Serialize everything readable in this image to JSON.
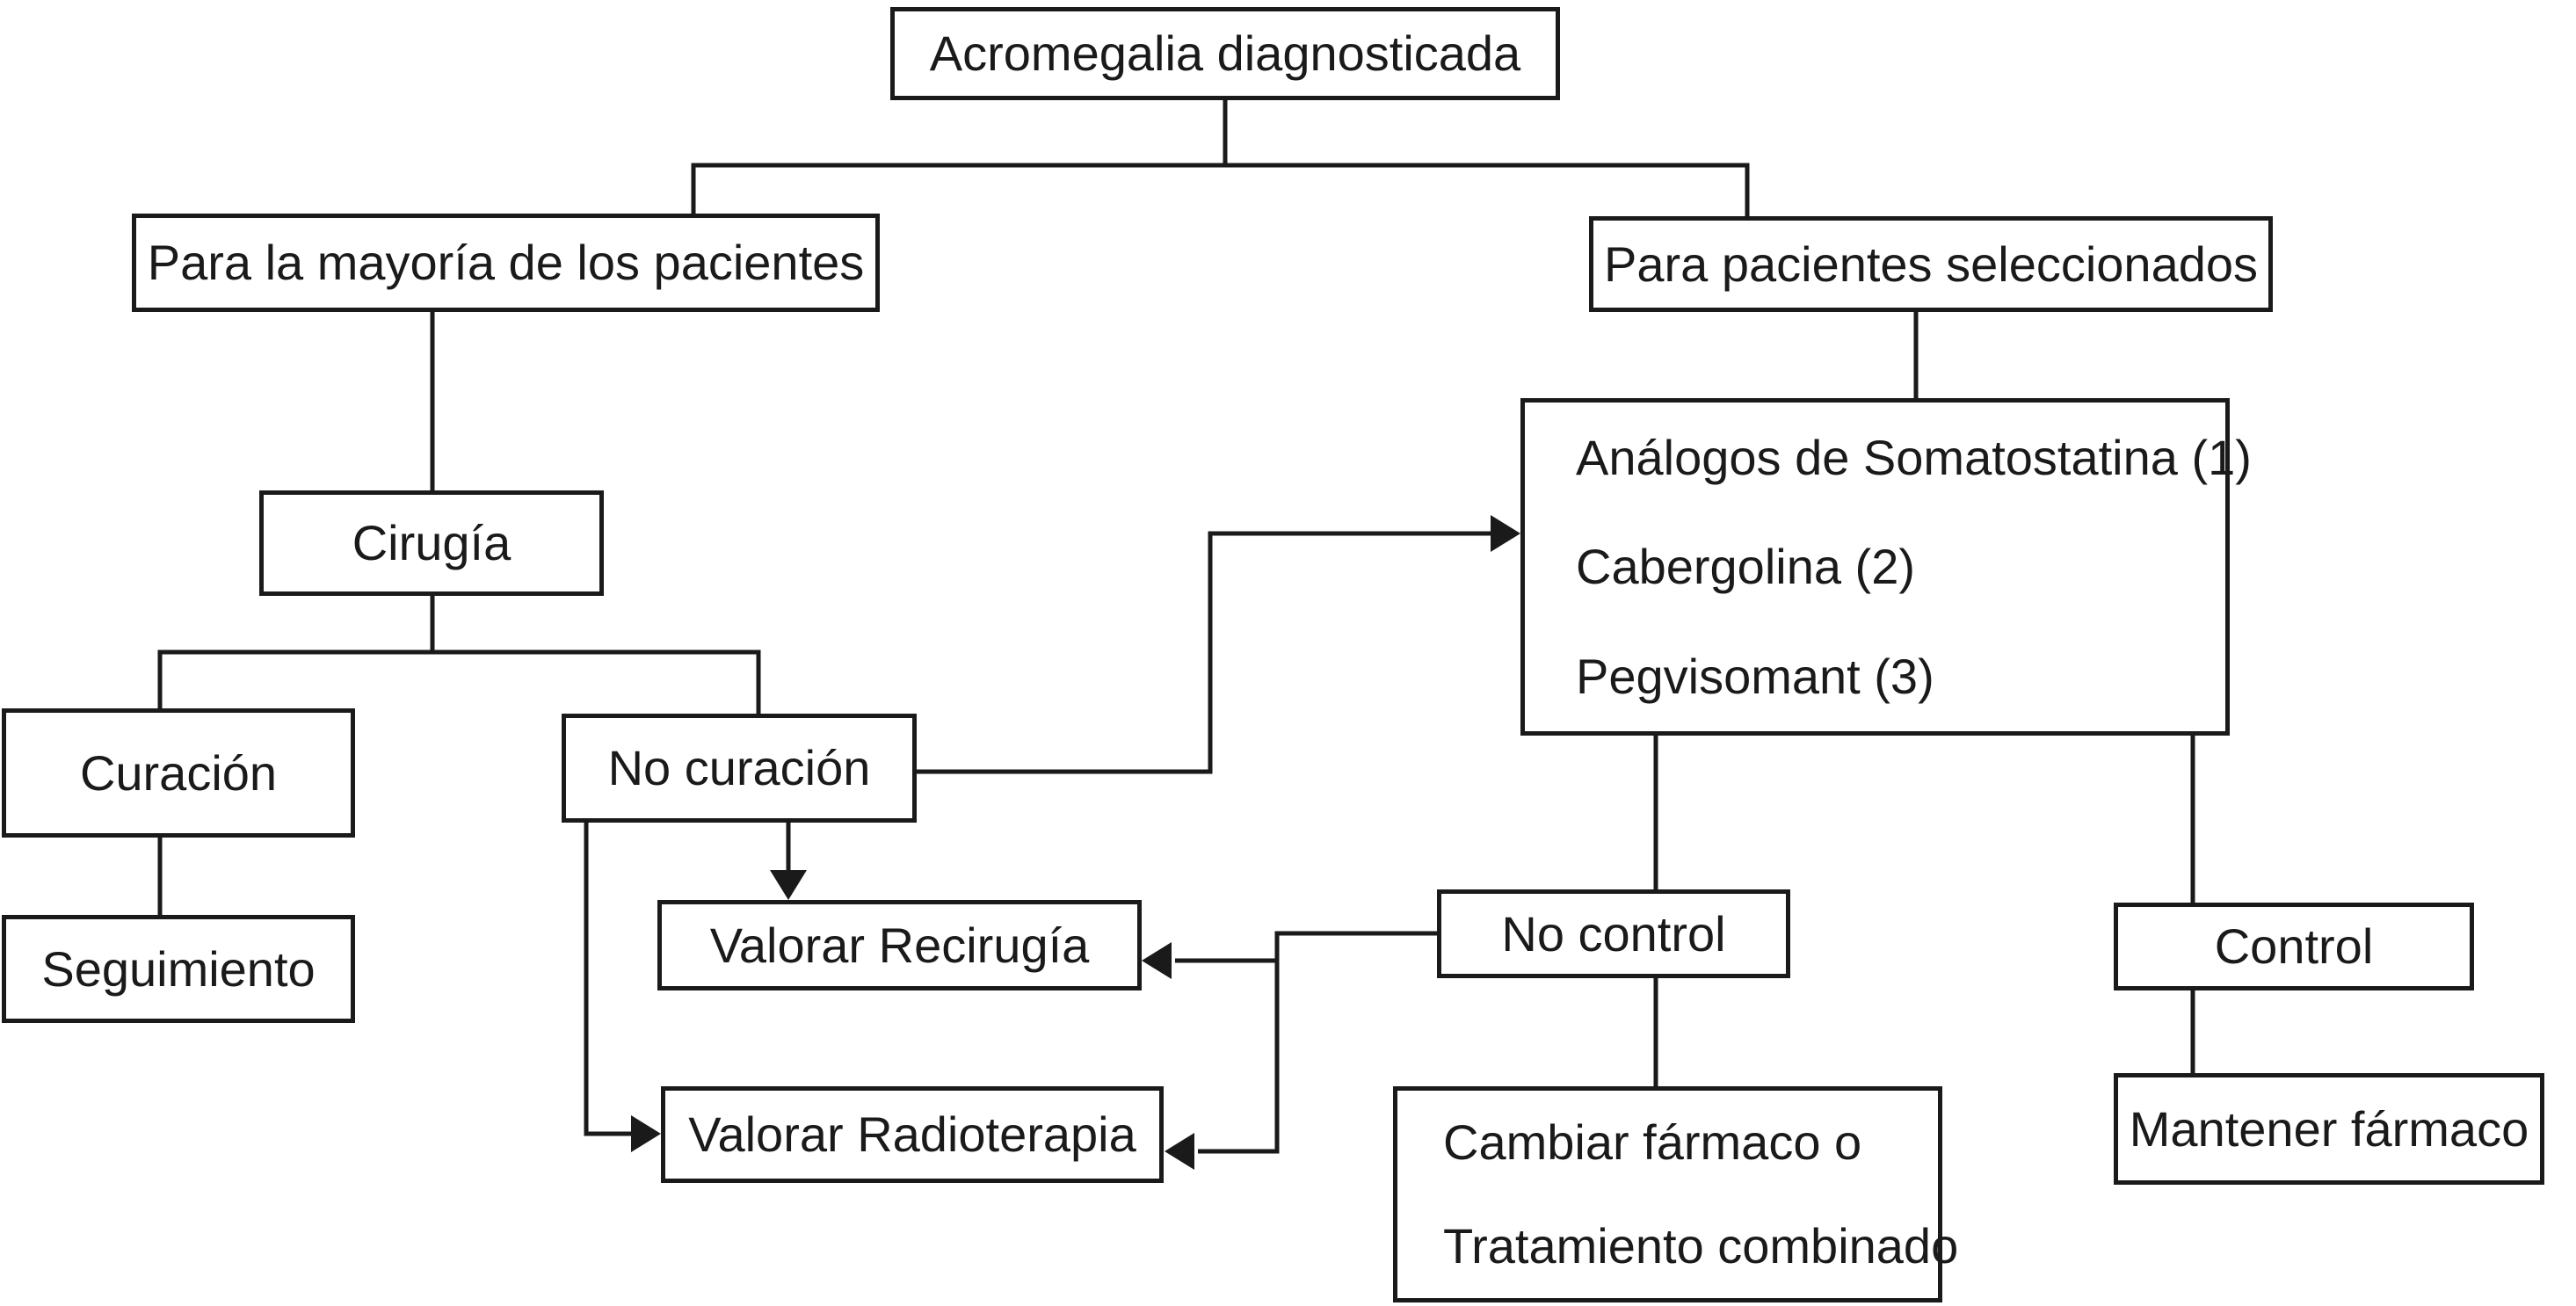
{
  "diagram": {
    "background_color": "#ffffff",
    "line_color": "#1a1a1a",
    "text_color": "#1a1a1a",
    "nodes": {
      "acromegalia": "Acromegalia diagnosticada",
      "mayoria": "Para la mayoría de los pacientes",
      "seleccionados": "Para pacientes seleccionados",
      "cirugia": "Cirugía",
      "farmacos_lines": [
        "Análogos de Somatostatina (1)",
        "Cabergolina (2)",
        "Pegvisomant (3)"
      ],
      "curacion": "Curación",
      "no_curacion": "No curación",
      "seguimiento": "Seguimiento",
      "valorar_recirugia": "Valorar Recirugía",
      "valorar_radioterapia": "Valorar Radioterapia",
      "no_control": "No control",
      "cambiar_lines": [
        "Cambiar fármaco o",
        "Tratamiento combinado"
      ],
      "control": "Control",
      "mantener": "Mantener fármaco"
    },
    "edges": [
      {
        "from": "acromegalia",
        "to": "mayoria",
        "arrow": false
      },
      {
        "from": "acromegalia",
        "to": "seleccionados",
        "arrow": false
      },
      {
        "from": "mayoria",
        "to": "cirugia",
        "arrow": false
      },
      {
        "from": "cirugia",
        "to": "curacion",
        "arrow": false
      },
      {
        "from": "cirugia",
        "to": "no_curacion",
        "arrow": false
      },
      {
        "from": "curacion",
        "to": "seguimiento",
        "arrow": false
      },
      {
        "from": "no_curacion",
        "to": "farmacos",
        "arrow": true
      },
      {
        "from": "no_curacion",
        "to": "valorar_recirugia",
        "arrow": true
      },
      {
        "from": "no_curacion",
        "to": "valorar_radioterapia",
        "arrow": true
      },
      {
        "from": "seleccionados",
        "to": "farmacos",
        "arrow": false
      },
      {
        "from": "farmacos",
        "to": "no_control",
        "arrow": false
      },
      {
        "from": "farmacos",
        "to": "control",
        "arrow": false
      },
      {
        "from": "no_control",
        "to": "valorar_recirugia",
        "arrow": true
      },
      {
        "from": "no_control",
        "to": "valorar_radioterapia",
        "arrow": true
      },
      {
        "from": "no_control",
        "to": "cambiar",
        "arrow": false
      },
      {
        "from": "control",
        "to": "mantener",
        "arrow": false
      }
    ]
  }
}
